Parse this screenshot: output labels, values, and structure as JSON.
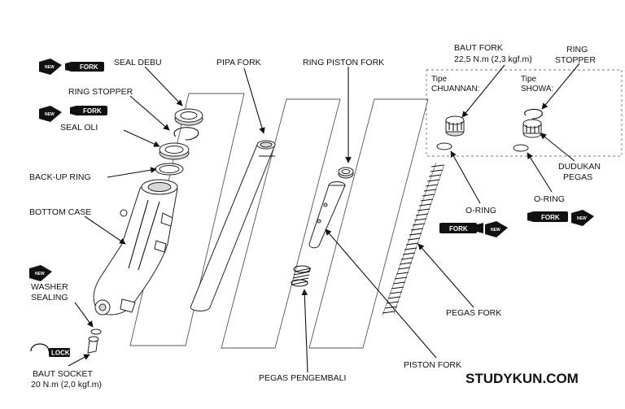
{
  "labels": {
    "seal_debu": "SEAL DEBU",
    "ring_stopper": "RING STOPPER",
    "seal_oli": "SEAL OLI",
    "back_up_ring": "BACK-UP RING",
    "bottom_case": "BOTTOM CASE",
    "washer_sealing_1": "WASHER",
    "washer_sealing_2": "SEALING",
    "baut_socket_1": "BAUT SOCKET",
    "baut_socket_2": "20 N.m (2,0 kgf.m)",
    "pipa_fork": "PIPA FORK",
    "ring_piston_fork": "RING PISTON FORK",
    "pegas_pengembali": "PEGAS PENGEMBALI",
    "piston_fork": "PISTON FORK",
    "pegas_fork": "PEGAS FORK",
    "baut_fork_1": "BAUT FORK",
    "baut_fork_2": "22,5 N.m (2,3 kgf.m)",
    "tipe_chuannan_1": "Tipe",
    "tipe_chuannan_2": "CHUANNAN:",
    "tipe_showa_1": "Tipe",
    "tipe_showa_2": "SHOWA:",
    "ring_stopper_right_1": "RING",
    "ring_stopper_right_2": "STOPPER",
    "dudukan_pegas_1": "DUDUKAN",
    "dudukan_pegas_2": "PEGAS",
    "o_ring_left": "O-RING",
    "o_ring_right": "O-RING"
  },
  "badges": {
    "new": "NEW",
    "fork": "FORK",
    "lock": "LOCK"
  },
  "watermark": "STUDYKUN.COM",
  "icons": [
    "new-part-icon",
    "fork-oil-icon",
    "locking-agent-icon"
  ]
}
